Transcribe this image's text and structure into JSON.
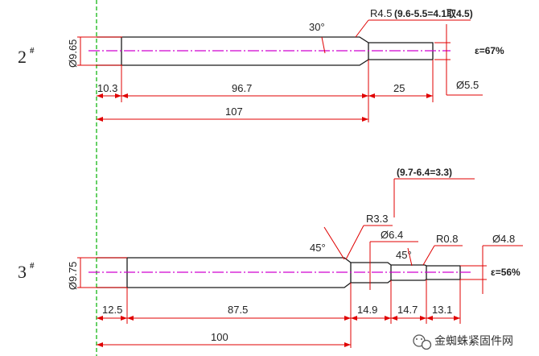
{
  "part_2": {
    "tag": "2",
    "tag_sup": "#",
    "diameter_left": "Ø9.65",
    "chamfer_angle": "30°",
    "radius_note": "R4.5",
    "radius_calc": "(9.6-5.5=4.1取4.5)",
    "strain": "ε=67%",
    "diameter_right": "Ø5.5",
    "len_a": "10.3",
    "len_b": "96.7",
    "len_c": "25",
    "len_total": "107"
  },
  "part_3": {
    "tag": "3",
    "tag_sup": "#",
    "diameter_left": "Ø9.75",
    "calc_note": "(9.7-6.4=3.3)",
    "radius_1": "R3.3",
    "angle_1": "45°",
    "diameter_mid": "Ø6.4",
    "angle_2": "45°",
    "radius_2": "R0.8",
    "diameter_right": "Ø4.8",
    "strain": "ε=56%",
    "len_a": "12.5",
    "len_b": "87.5",
    "len_c": "14.9",
    "len_d": "14.7",
    "len_e": "13.1",
    "len_total": "100"
  },
  "watermark": {
    "icon": "wechat-icon",
    "text": "金蜘蛛紧固件网"
  },
  "colors": {
    "outline": "#1a1a1a",
    "dimension": "#e00000",
    "centerline": "#d000d0",
    "guide": "#00b000"
  }
}
